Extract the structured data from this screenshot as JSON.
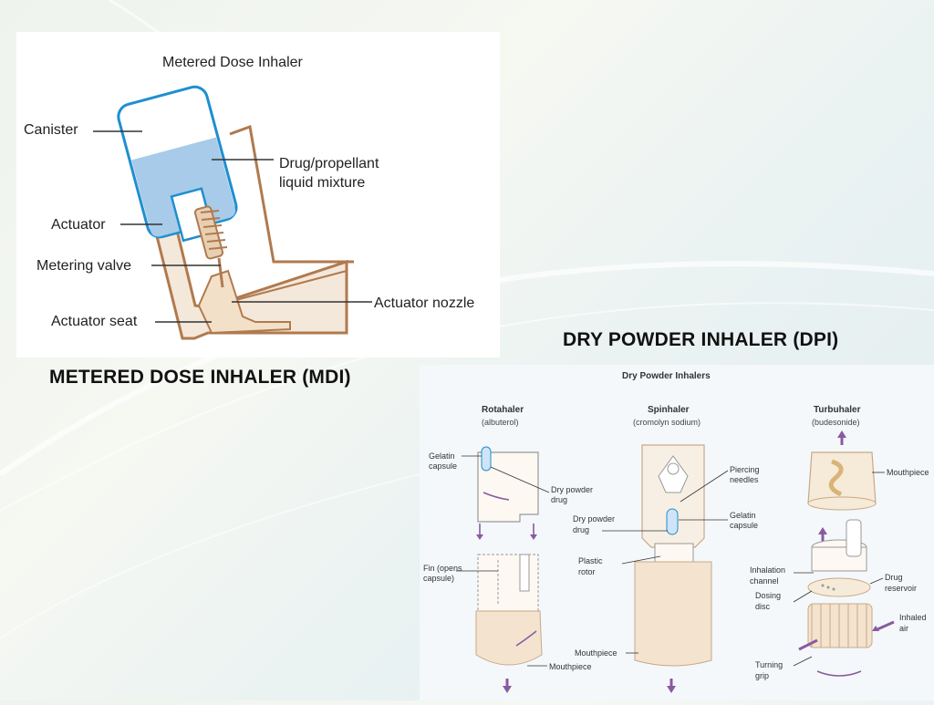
{
  "mdi": {
    "caption": "METERED DOSE INHALER (MDI)",
    "title": "Metered Dose Inhaler",
    "labels": {
      "canister": "Canister",
      "drug_mixture_line1": "Drug/propellant",
      "drug_mixture_line2": "liquid mixture",
      "actuator": "Actuator",
      "metering_valve": "Metering valve",
      "actuator_nozzle": "Actuator nozzle",
      "actuator_seat": "Actuator seat"
    }
  },
  "dpi": {
    "caption": "DRY POWDER INHALER (DPI)",
    "title": "Dry Powder Inhalers",
    "rotahaler": {
      "name": "Rotahaler",
      "drug": "(albuterol)",
      "gelatin_1": "Gelatin",
      "gelatin_2": "capsule",
      "dry_1": "Dry powder",
      "dry_2": "drug",
      "fin_1": "Fin (opens",
      "fin_2": "capsule)",
      "mouthpiece": "Mouthpiece"
    },
    "spinhaler": {
      "name": "Spinhaler",
      "drug": "(cromolyn sodium)",
      "piercing_1": "Piercing",
      "piercing_2": "needles",
      "gelatin_1": "Gelatin",
      "gelatin_2": "capsule",
      "dry_1": "Dry powder",
      "dry_2": "drug",
      "plastic_1": "Plastic",
      "plastic_2": "rotor",
      "mouthpiece": "Mouthpiece"
    },
    "turbuhaler": {
      "name": "Turbuhaler",
      "drug": "(budesonide)",
      "mouthpiece": "Mouthpiece",
      "inhalation_1": "Inhalation",
      "inhalation_2": "channel",
      "dosing_1": "Dosing",
      "dosing_2": "disc",
      "reservoir_1": "Drug",
      "reservoir_2": "reservoir",
      "inhaled_1": "Inhaled",
      "inhaled_2": "air",
      "turning_1": "Turning",
      "turning_2": "grip"
    }
  },
  "colors": {
    "canister_outline": "#1e8fd0",
    "liquid": "#a7cbe8",
    "actuator_fill": "#f3e6d6",
    "actuator_outline": "#b07a4e",
    "arrow": "#8a5aa0",
    "dpi_fill": "#f3e3cf"
  }
}
